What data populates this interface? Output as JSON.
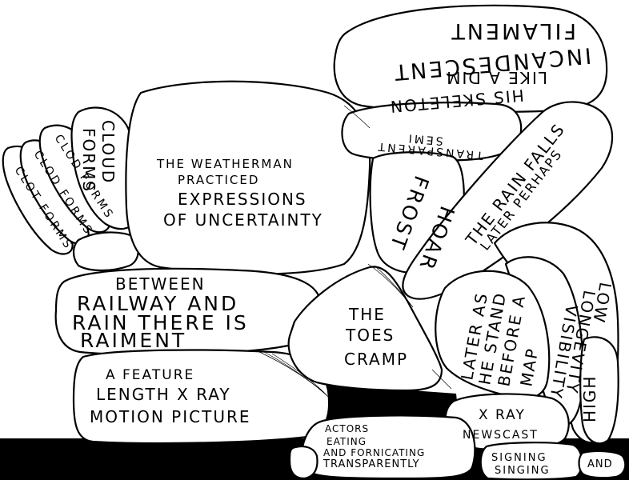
{
  "artwork": {
    "background_color": "#ffffff",
    "ink_color": "#000000"
  },
  "shapes": {
    "clot_forms": "CLOT FORMS",
    "clod_forms": "CLOD FORMS",
    "clod_forms_2": "CLOD FORMS",
    "cloud_forms_line1": "CLOUD",
    "cloud_forms_line2": "FORMS",
    "weatherman_line1": "THE WEATHERMAN",
    "weatherman_line2": "PRACTICED",
    "weatherman_line3": "EXPRESSIONS",
    "weatherman_line4": "OF UNCERTAINTY",
    "railway_line1": "BETWEEN",
    "railway_line2": "RAILWAY AND",
    "railway_line3": "RAIN THERE IS",
    "railway_line4": "RAIMENT",
    "feature_line1": "A FEATURE",
    "feature_line2": "LENGTH X RAY",
    "feature_line3": "MOTION PICTURE",
    "toes_line1": "THE",
    "toes_line2": "TOES",
    "toes_line3": "CRAMP",
    "filament_line1": "FILAMENT",
    "filament_line2": "INCANDESCENT",
    "filament_line3": "LIKE A DIM",
    "filament_line4": "HIS SKELETON",
    "semi_line1": "SEMI",
    "semi_line2": "TRANSPARENT",
    "hoar_line1": "HOAR",
    "hoar_line2": "FROST",
    "rain_line1": "THE RAIN FALLS",
    "rain_line2": "LATER PERHAPS",
    "low_line1": "LOW",
    "low_line2": "LONGEVITY",
    "visibility": "VISIBILITY",
    "high": "HIGH",
    "stand_line1": "LATER AS",
    "stand_line2": "HE STAND",
    "stand_line3": "BEFORE A",
    "stand_line4": "MAP",
    "xray_line1": "X RAY",
    "xray_line2": "NEWSCAST",
    "actors_line1": "ACTORS",
    "actors_line2": "EATING",
    "actors_line3": "AND FORNICATING",
    "actors_line4": "TRANSPARENTLY",
    "signing_line1": "SIGNING",
    "signing_line2": "SINGING",
    "and": "AND"
  }
}
